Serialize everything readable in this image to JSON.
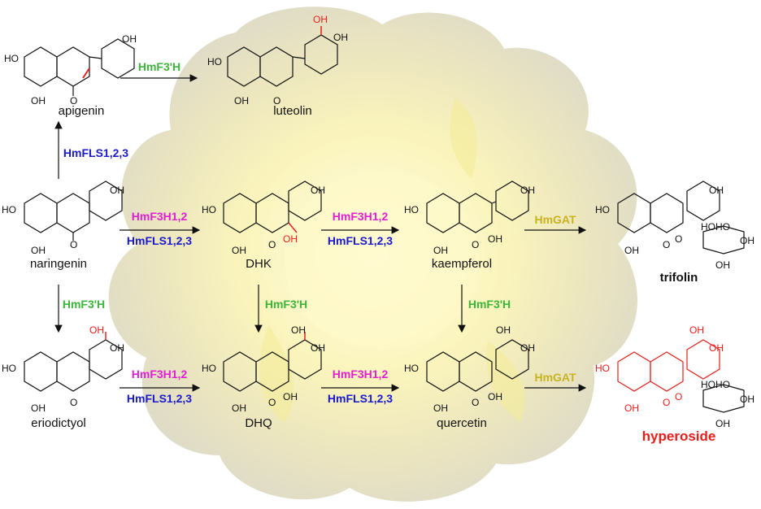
{
  "compounds": {
    "apigenin": "apigenin",
    "luteolin": "luteolin",
    "naringenin": "naringenin",
    "dhk": "DHK",
    "kaempferol": "kaempferol",
    "trifolin": "trifolin",
    "eriodictyol": "eriodictyol",
    "dhq": "DHQ",
    "quercetin": "quercetin",
    "hyperoside": "hyperoside"
  },
  "enzymes": {
    "f3h_prime": "HmF3'H",
    "fls": "HmFLS1,2,3",
    "f3h": "HmF3H1,2",
    "gat": "HmGAT"
  },
  "atoms": {
    "oh": "OH",
    "ho": "HO",
    "o": "O"
  },
  "colors": {
    "green_enzyme": "#3db53a",
    "magenta_enzyme": "#e020d0",
    "blue_enzyme": "#1a1acc",
    "gold_enzyme": "#c8b420",
    "highlight_red": "#e8201c",
    "flower_yellow": "#fdf6b8"
  }
}
